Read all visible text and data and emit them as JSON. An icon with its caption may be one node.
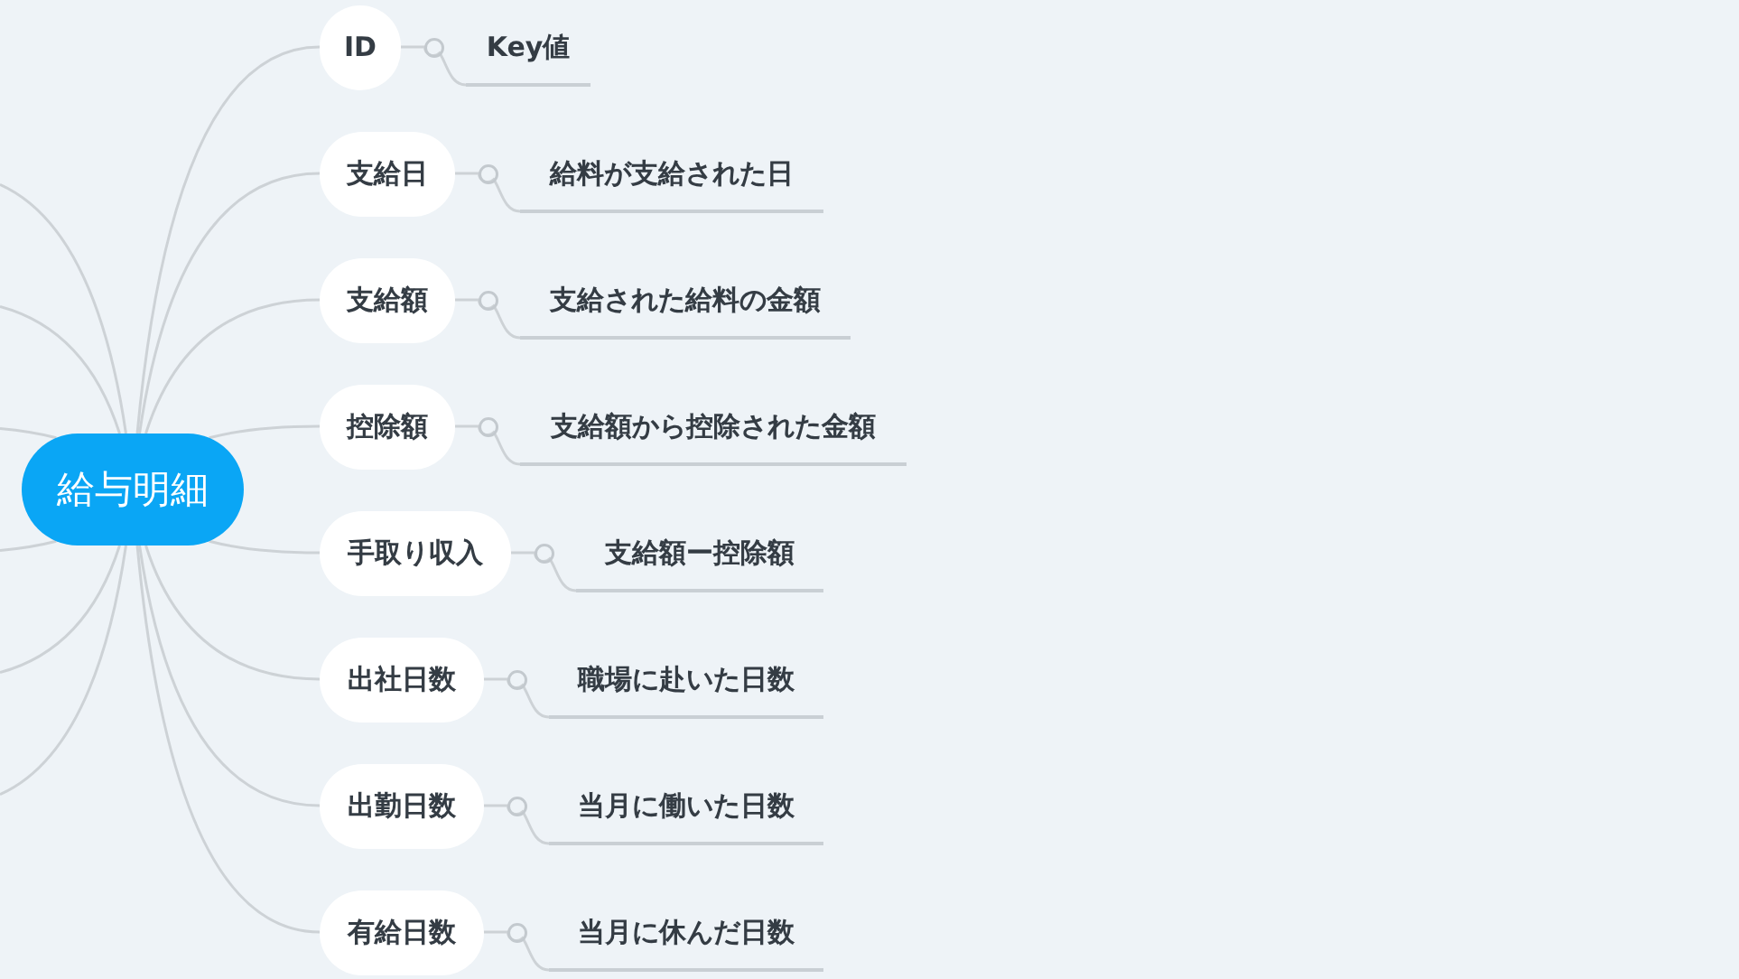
{
  "diagram": {
    "nodes": [
      {
        "text": [
          "給与明細"
        ]
      },
      {
        "text": [
          "ID"
        ]
      },
      {
        "text": [
          "Key値"
        ]
      },
      {
        "text": [
          "支給日"
        ]
      },
      {
        "text": [
          "給料が支給された日"
        ]
      },
      {
        "text": [
          "支給額"
        ]
      },
      {
        "text": [
          "支給された給料の金額"
        ]
      },
      {
        "text": [
          "控除額"
        ]
      },
      {
        "text": [
          "支給額から控除された金額"
        ]
      },
      {
        "text": [
          "手取り収入"
        ]
      },
      {
        "text": [
          "支給額ー控除額"
        ]
      },
      {
        "text": [
          "出社日数"
        ]
      },
      {
        "text": [
          "職場に赴いた日数"
        ]
      },
      {
        "text": [
          "出勤日数"
        ]
      },
      {
        "text": [
          "当月に働いた日数"
        ]
      },
      {
        "text": [
          "有給日数"
        ]
      },
      {
        "text": [
          "当月に休んだ日数"
        ]
      }
    ],
    "edges": [
      {
        "from": 0,
        "to": 1,
        "arrow": "none"
      },
      {
        "from": 0,
        "to": 3,
        "arrow": "none"
      },
      {
        "from": 0,
        "to": 5,
        "arrow": "none"
      },
      {
        "from": 0,
        "to": 7,
        "arrow": "none"
      },
      {
        "from": 0,
        "to": 9,
        "arrow": "none"
      },
      {
        "from": 0,
        "to": 11,
        "arrow": "none"
      },
      {
        "from": 0,
        "to": 13,
        "arrow": "none"
      },
      {
        "from": 0,
        "to": 15,
        "arrow": "none"
      },
      {
        "from": 1,
        "to": 2,
        "arrow": "none"
      },
      {
        "from": 3,
        "to": 4,
        "arrow": "none"
      },
      {
        "from": 5,
        "to": 6,
        "arrow": "none"
      },
      {
        "from": 7,
        "to": 8,
        "arrow": "none"
      },
      {
        "from": 9,
        "to": 10,
        "arrow": "none"
      },
      {
        "from": 11,
        "to": 12,
        "arrow": "none"
      },
      {
        "from": 13,
        "to": 14,
        "arrow": "none"
      },
      {
        "from": 15,
        "to": 16,
        "arrow": "none"
      },
      {
        "from": 0,
        "to": null,
        "arrow": "none"
      },
      {
        "from": 0,
        "to": null,
        "arrow": "none"
      },
      {
        "from": 0,
        "to": null,
        "arrow": "none"
      },
      {
        "from": 0,
        "to": null,
        "arrow": "none"
      },
      {
        "from": 0,
        "to": null,
        "arrow": "none"
      },
      {
        "from": 0,
        "to": null,
        "arrow": "none"
      }
    ]
  }
}
